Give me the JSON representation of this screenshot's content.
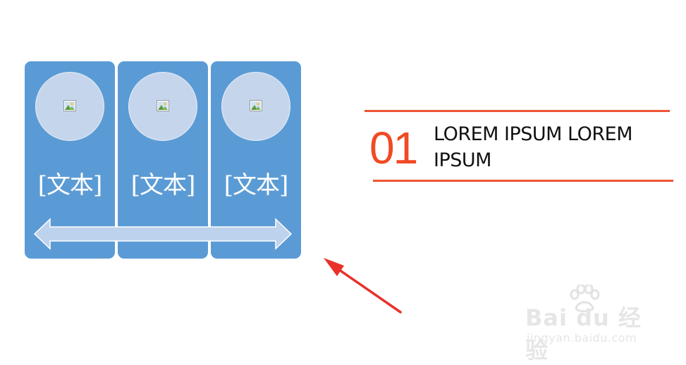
{
  "slide": {
    "panels": [
      {
        "text": "[文本]"
      },
      {
        "text": "[文本]"
      },
      {
        "text": "[文本]"
      }
    ],
    "heading": {
      "number": "01",
      "title": "LOREM IPSUM LOREM IPSUM"
    }
  },
  "watermark": {
    "brand": "Bai du 经验",
    "url": "jingyan.baidu.com"
  },
  "colors": {
    "panel": "#5b9bd5",
    "circle": "#c5d6ec",
    "accent": "#ee5433",
    "annotation_arrow": "#e8322b"
  },
  "icons": [
    "picture-placeholder-icon",
    "double-headed-arrow",
    "pointer-arrow",
    "baidu-paw-icon"
  ]
}
